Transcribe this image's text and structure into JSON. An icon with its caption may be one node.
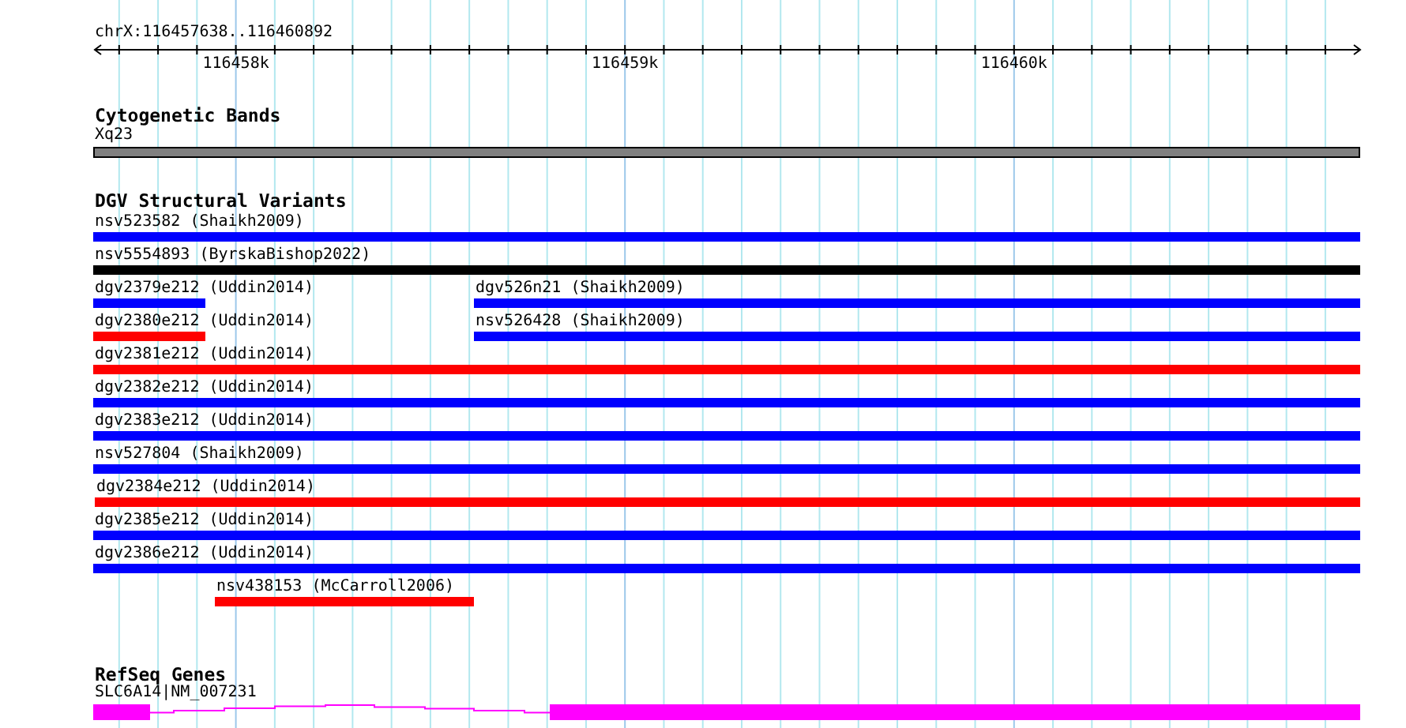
{
  "diagram": {
    "nodes": [
      {
        "text": [
          "Xq23"
        ]
      },
      {
        "text": [
          "nsv523582 (Shaikh2009)"
        ]
      },
      {
        "text": [
          "nsv5554893 (ByrskaBishop2022)"
        ]
      },
      {
        "text": [
          "dgv2379e212 (Uddin2014)"
        ]
      },
      {
        "text": [
          "dgv526n21 (Shaikh2009)"
        ]
      },
      {
        "text": [
          "dgv2380e212 (Uddin2014)"
        ]
      },
      {
        "text": [
          "nsv526428 (Shaikh2009)"
        ]
      },
      {
        "text": [
          "dgv2381e212 (Uddin2014)"
        ]
      },
      {
        "text": [
          "dgv2382e212 (Uddin2014)"
        ]
      },
      {
        "text": [
          "dgv2383e212 (Uddin2014)"
        ]
      },
      {
        "text": [
          "nsv527804 (Shaikh2009)"
        ]
      },
      {
        "text": [
          "dgv2384e212 (Uddin2014)"
        ]
      },
      {
        "text": [
          "dgv2385e212 (Uddin2014)"
        ]
      },
      {
        "text": [
          "dgv2386e212 (Uddin2014)"
        ]
      },
      {
        "text": [
          "nsv438153 (McCarroll2006)"
        ]
      },
      {
        "text": [
          "SLC6A14|NM_007231"
        ]
      }
    ],
    "labels": [
      "chrX:116457638..116460892",
      "116458k",
      "116459k",
      "116460k",
      "Cytogenetic Bands",
      "DGV Structural Variants",
      "RefSeq Genes"
    ]
  }
}
